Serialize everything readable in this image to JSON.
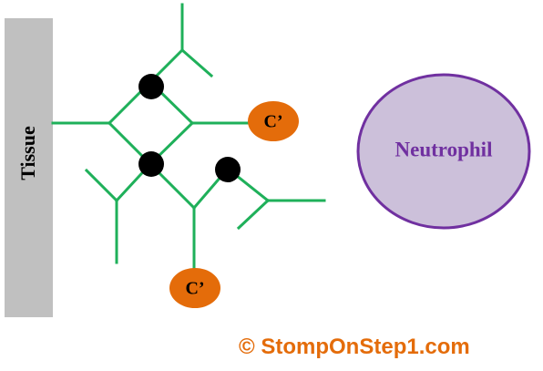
{
  "labels": {
    "tissue": "Tissue",
    "complement_top": "C’",
    "complement_bottom": "C’",
    "neutrophil": "Neutrophil",
    "copyright": "© StompOnStep1.com"
  },
  "colors": {
    "tissue_fill": "#c0c0c0",
    "antibody_line": "#1fb05a",
    "antigen_dot": "#000000",
    "complement_fill": "#e46c0a",
    "neutrophil_fill": "#ccc0da",
    "neutrophil_stroke": "#7030a0",
    "neutrophil_text": "#7030a0",
    "copyright_text": "#e46c0a"
  }
}
